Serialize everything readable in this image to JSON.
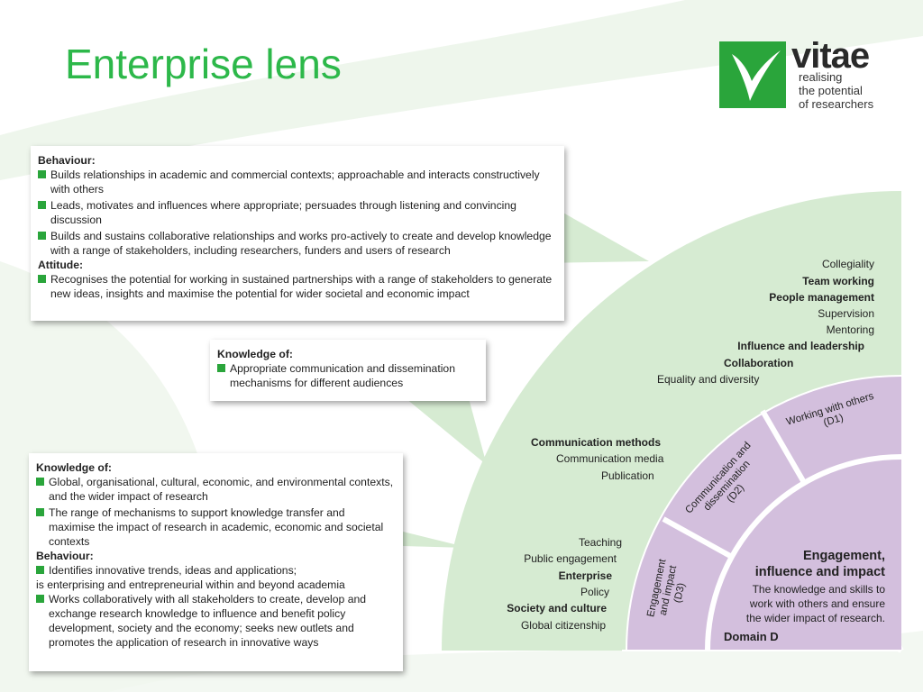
{
  "slide": {
    "title": "Enterprise lens"
  },
  "logo": {
    "wordmark": "vitae",
    "tagline_1": "realising",
    "tagline_2": "the potential",
    "tagline_3": "of researchers",
    "color": "#2aa53b"
  },
  "box_top": {
    "heading_behaviour": "Behaviour:",
    "behaviour": [
      "Builds relationships in academic and commercial contexts; approachable and interacts constructively with others",
      "Leads, motivates and influences where appropriate; persuades through listening and convincing discussion",
      "Builds and sustains collaborative relationships and works pro-actively to create and develop knowledge with a range of stakeholders, including researchers, funders and users of research"
    ],
    "heading_attitude": "Attitude:",
    "attitude": [
      "Recognises the potential for working in sustained partnerships with a range of stakeholders to generate new ideas, insights and maximise the potential for wider societal and economic impact"
    ]
  },
  "box_middle": {
    "heading": "Knowledge of:",
    "items": [
      "Appropriate communication and dissemination mechanisms for different audiences"
    ]
  },
  "box_bottom": {
    "heading_knowledge": "Knowledge of:",
    "knowledge": [
      "Global, organisational, cultural, economic, and environmental contexts, and the wider impact of research",
      "The range of mechanisms to support knowledge transfer and maximise the impact of research in academic, economic and societal contexts"
    ],
    "heading_behaviour": "Behaviour:",
    "behaviour_1a": "Identifies innovative trends, ideas and applications;",
    "behaviour_1b": "is enterprising and entrepreneurial within and beyond academia",
    "behaviour_2": "Works collaboratively with all stakeholders to create, develop and exchange research knowledge to influence and benefit policy development, society and the economy; seeks new outlets and promotes the application of research in innovative ways"
  },
  "d1_items": {
    "collegiality": "Collegiality",
    "team_working": "Team working",
    "people_management": "People management",
    "supervision": "Supervision",
    "mentoring": "Mentoring",
    "influence": "Influence and leadership",
    "collaboration": "Collaboration",
    "equality": "Equality and diversity"
  },
  "d2_items": {
    "methods": "Communication methods",
    "media": "Communication media",
    "publication": "Publication"
  },
  "d3_items": {
    "teaching": "Teaching",
    "public": "Public engagement",
    "enterprise": "Enterprise",
    "policy": "Policy",
    "society": "Society and culture",
    "citizenship": "Global citizenship"
  },
  "segments": {
    "d1_line1": "Working with others",
    "d1_line2": "(D1)",
    "d2_line1": "Communication and",
    "d2_line2": "dissemination",
    "d2_line3": "(D2)",
    "d3_line1": "Engagement",
    "d3_line2": "and impact",
    "d3_line3": "(D3)"
  },
  "domain": {
    "title_1": "Engagement,",
    "title_2": "influence and impact",
    "desc_1": "The knowledge and skills to",
    "desc_2": "work with others and ensure",
    "desc_3": "the wider impact of research.",
    "label": "Domain D"
  },
  "colors": {
    "title_green": "#2db84a",
    "bullet_green": "#2aa53b",
    "light_green": "#d6ebd2",
    "purple": "#d3bfdd",
    "purple_dark": "#bfa6cc"
  }
}
